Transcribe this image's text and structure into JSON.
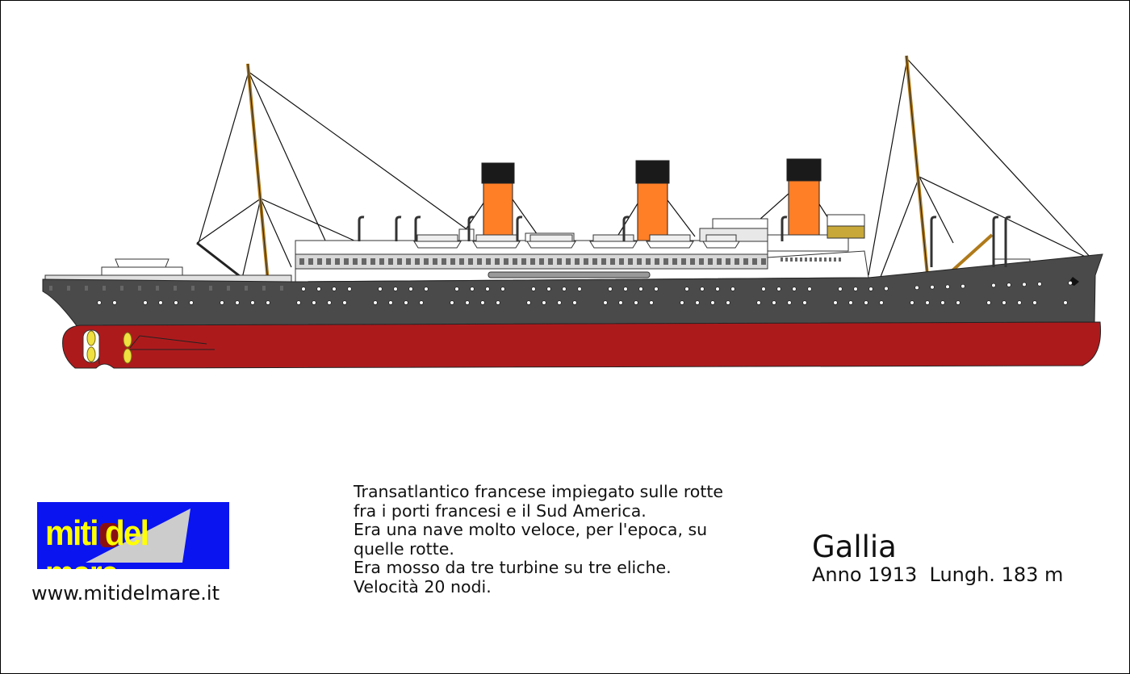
{
  "ship": {
    "name": "Gallia",
    "facts": "Anno 1913  Lungh. 183 m",
    "colors": {
      "hull_upper": "#4a4a4a",
      "hull_lower": "#ad1a1c",
      "funnel": "#ff7f27",
      "funnel_top": "#1a1a1a",
      "superstructure": "#ffffff",
      "propeller": "#f0e040"
    }
  },
  "description": [
    "Transatlantico francese impiegato sulle rotte",
    "fra i porti francesi e il Sud America.",
    "Era una nave molto veloce, per l'epoca, su",
    "quelle rotte.",
    "Era mosso da tre turbine su tre eliche.",
    "Velocità 20 nodi."
  ],
  "logo": {
    "text": "miti del mare",
    "colors": {
      "background": "#0a14f0",
      "text": "#ffff00"
    }
  },
  "website": "www.mitidelmare.it"
}
